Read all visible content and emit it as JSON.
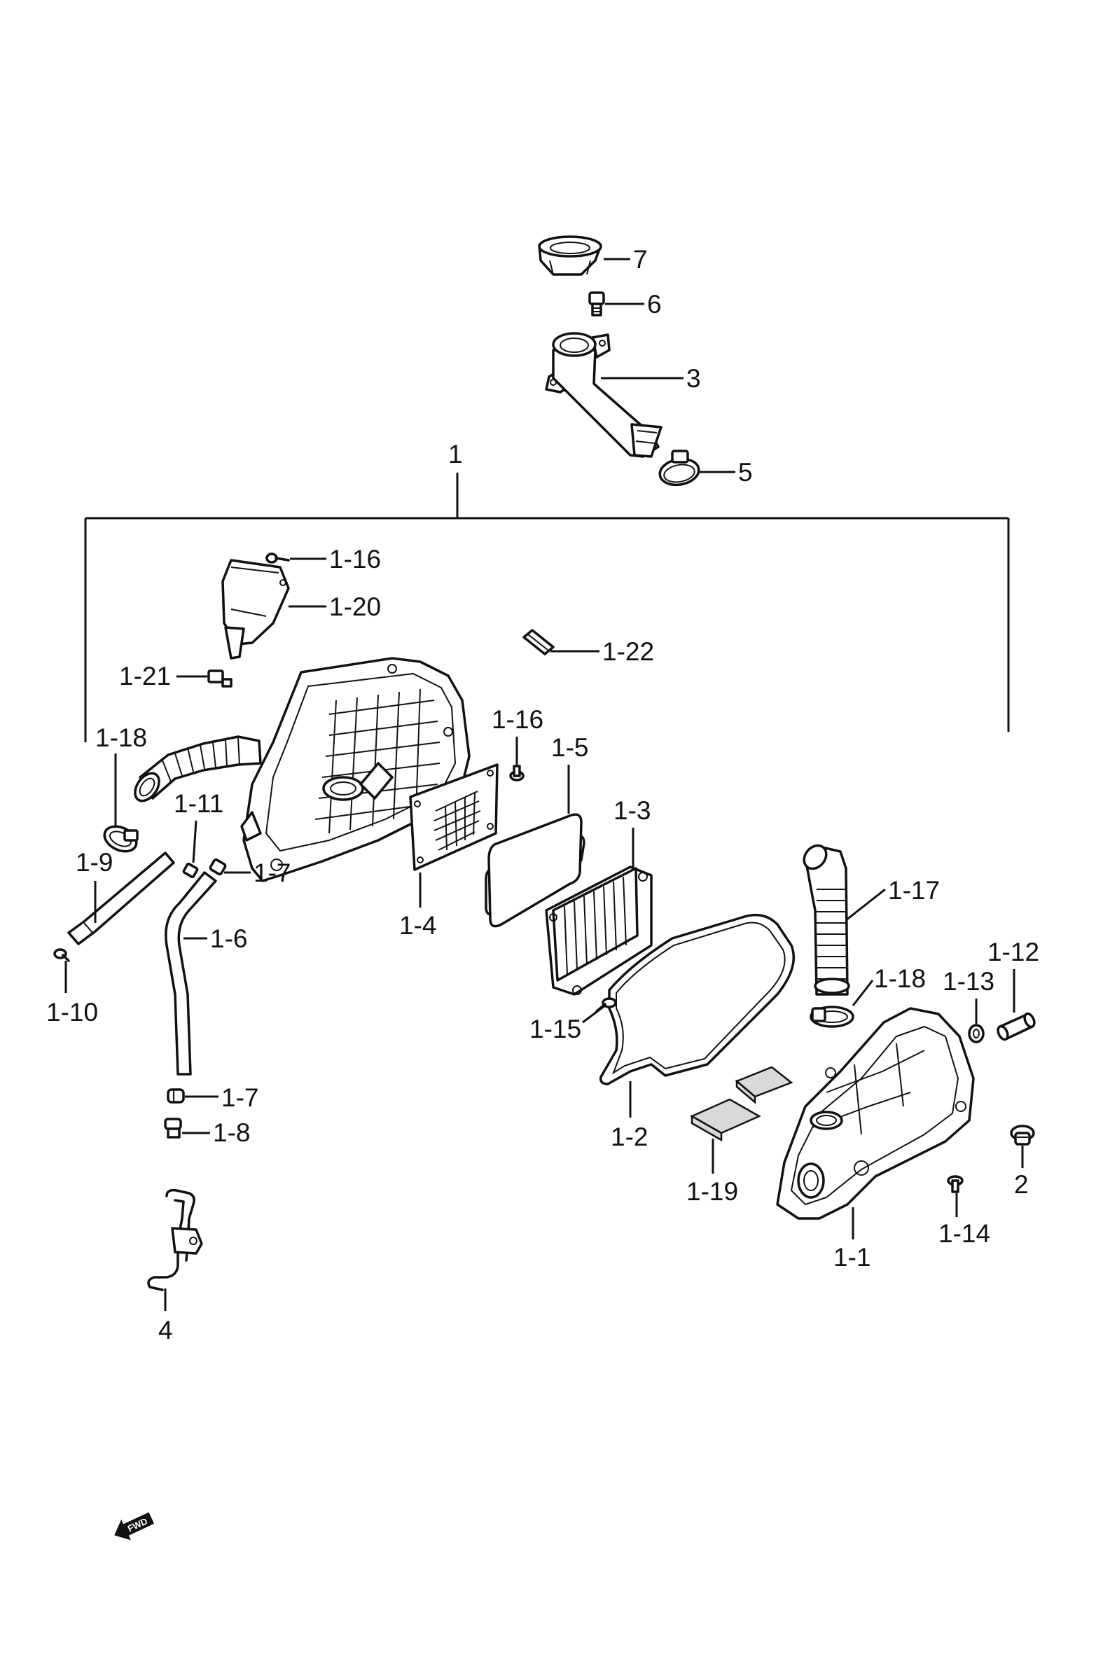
{
  "labels": {
    "p7": "7",
    "p6": "6",
    "p3": "3",
    "p5": "5",
    "p1": "1",
    "p1_16a": "1-16",
    "p1_20": "1-20",
    "p1_22": "1-22",
    "p1_21": "1-21",
    "p1_16b": "1-16",
    "p1_5": "1-5",
    "p1_18a": "1-18",
    "p1_11": "1-11",
    "p1_3": "1-3",
    "p1_9": "1-9",
    "p1_7a": "1-7",
    "p1_17": "1-17",
    "p1_4": "1-4",
    "p1_6": "1-6",
    "p1_12": "1-12",
    "p1_18b": "1-18",
    "p1_13": "1-13",
    "p1_10": "1-10",
    "p1_15": "1-15",
    "p1_7b": "1-7",
    "p1_8": "1-8",
    "p1_2": "1-2",
    "p2": "2",
    "p1_19": "1-19",
    "p1_14": "1-14",
    "p1_1": "1-1",
    "p4": "4"
  },
  "fwd_badge": "FWD"
}
